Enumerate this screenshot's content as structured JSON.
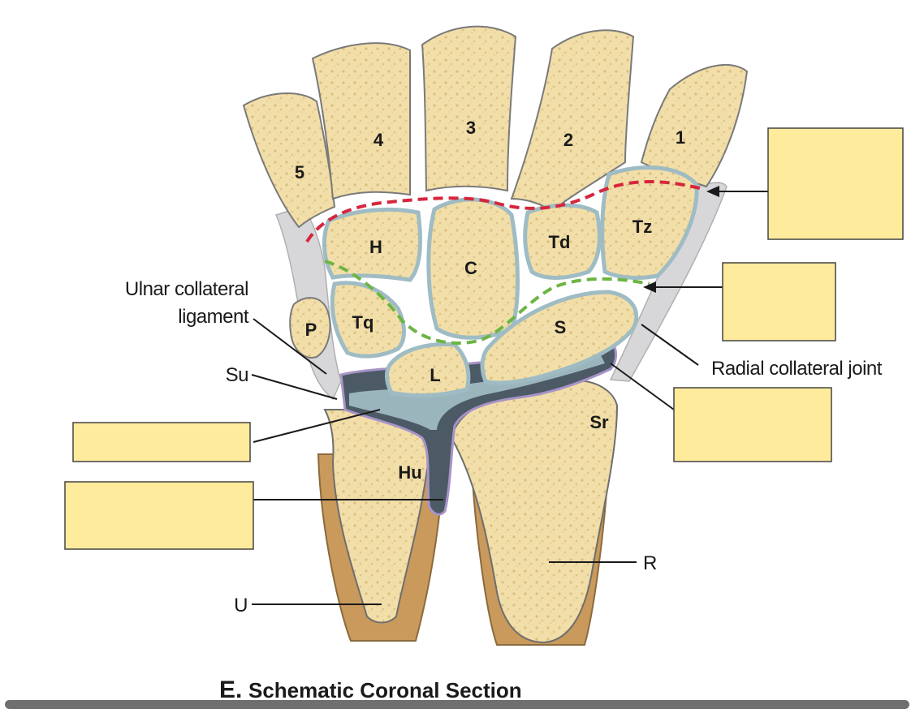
{
  "figure": {
    "caption_letter": "E.",
    "caption_text": "Schematic Coronal Section"
  },
  "metacarpals": [
    "1",
    "2",
    "3",
    "4",
    "5"
  ],
  "carpal_bones": {
    "trapezium": "Tz",
    "trapezoid": "Td",
    "capitate": "C",
    "hamate": "H",
    "triquetrum": "Tq",
    "pisiform": "P",
    "lunate": "L",
    "scaphoid": "S"
  },
  "forearm": {
    "radius": "R",
    "ulna": "U",
    "radial_styloid": "Sr",
    "ulnar_head": "Hu",
    "ulnar_styloid": "Su"
  },
  "labels": {
    "ulnar_collateral_line1": "Ulnar collateral",
    "ulnar_collateral_line2": "ligament",
    "radial_collateral": "Radial collateral joint"
  },
  "answer_boxes": {
    "fill_color": "#FFEB9C",
    "border_color": "#444444",
    "count": 5
  },
  "colors": {
    "bone": "#F2DEA8",
    "cartilage": "#A9C6CC",
    "ligament": "#D7D7D9",
    "disc": "#4C5A66",
    "midcarpal_line": "#D6263C",
    "radiocarpal_line": "#6DB543"
  }
}
